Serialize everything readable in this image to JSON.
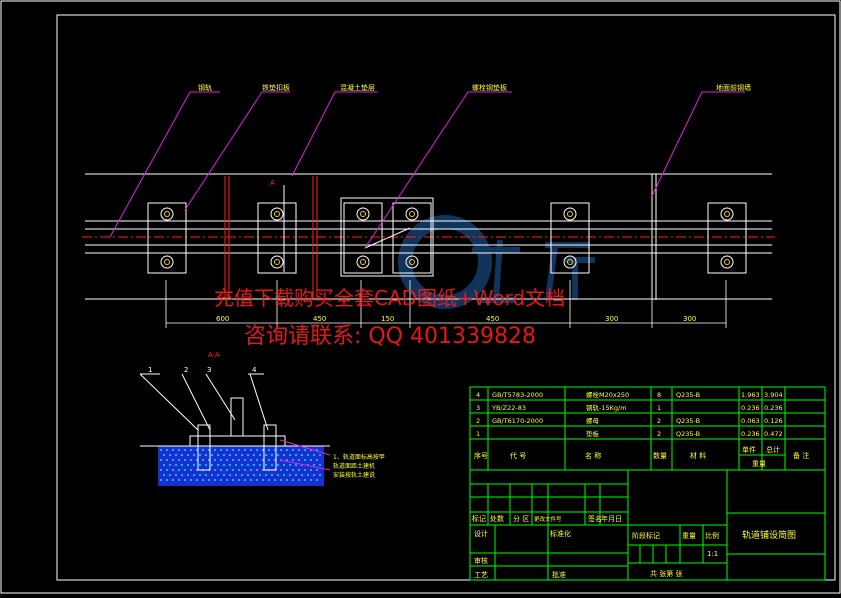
{
  "callouts": [
    "钢轨",
    "铁垫扣板",
    "混凝土垫层",
    "螺栓钢垫板",
    "地面前钢墙"
  ],
  "section_mark": "A",
  "section_title": "A-A",
  "dimensions": [
    "600",
    "450",
    "150",
    "450",
    "300",
    "300"
  ],
  "section_numbers": [
    "1",
    "2",
    "3",
    "4"
  ],
  "section_note": [
    "1、轨道面标高按甲",
    "轨道面距土建机",
    "安装按轨土建说"
  ],
  "watermark": {
    "line1": "充值下载购买全套CAD图纸+Word文档",
    "line2": "咨询请联系: QQ 401339828"
  },
  "bom": {
    "rows": [
      {
        "no": "4",
        "code": "GB/T5783-2000",
        "name": "螺栓M20x250",
        "qty": "8",
        "material": "Q235-B",
        "unit": "1.963",
        "total": "3.904",
        "note": ""
      },
      {
        "no": "3",
        "code": "YB/Z22-83",
        "name": "钢轨-15Kg/m",
        "qty": "1",
        "material": "",
        "unit": "0.236",
        "total": "0.236",
        "note": ""
      },
      {
        "no": "2",
        "code": "GB/T6170-2000",
        "name": "螺母",
        "qty": "2",
        "material": "Q235-B",
        "unit": "0.063",
        "total": "0.126",
        "note": ""
      },
      {
        "no": "1",
        "code": "",
        "name": "垫板",
        "qty": "2",
        "material": "Q235-B",
        "unit": "0.236",
        "total": "0.472",
        "note": ""
      }
    ],
    "headers": {
      "no": "序号",
      "code": "代  号",
      "name": "名    称",
      "qty": "数量",
      "material": "材  料",
      "unit": "单件",
      "total": "总计",
      "weight": "重量",
      "note": "备 注"
    }
  },
  "title_block": {
    "revision_row": [
      "标记",
      "处数",
      "分  区",
      "更改文件号",
      "签名",
      "年月日"
    ],
    "design": "设计",
    "standardize": "标准化",
    "stage": [
      "阶段标记",
      "重量",
      "比例"
    ],
    "scale": "1:1",
    "review": "审核",
    "process": "工艺",
    "approve": "批准",
    "sheets": "共    张第    张",
    "drawing_title": "轨道铺设简图"
  }
}
